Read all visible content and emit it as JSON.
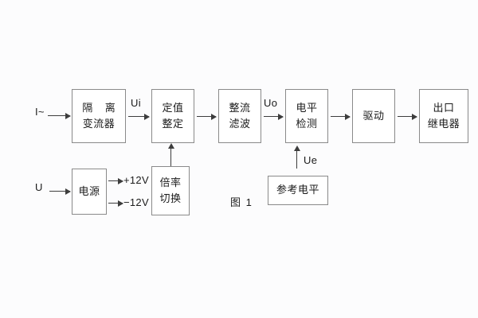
{
  "figure": {
    "caption": "图 1",
    "background_color": "#fcfcfd",
    "box_border_color": "#8a8a8a",
    "line_color": "#3d3d3d",
    "text_color": "#1b1b1b"
  },
  "blocks": [
    {
      "id": "isolating-transformer",
      "lines": [
        "隔 离",
        "变流器"
      ]
    },
    {
      "id": "setting-value",
      "lines": [
        "定值",
        "整定"
      ]
    },
    {
      "id": "rectifier-filter",
      "lines": [
        "整流",
        "滤波"
      ]
    },
    {
      "id": "level-detection",
      "lines": [
        "电平",
        "检测"
      ]
    },
    {
      "id": "driver",
      "lines": [
        "驱动"
      ]
    },
    {
      "id": "output-relay",
      "lines": [
        "出口",
        "继电器"
      ]
    },
    {
      "id": "power-supply",
      "lines": [
        "电源"
      ]
    },
    {
      "id": "multiplier-switch",
      "lines": [
        "倍率",
        "切换"
      ]
    },
    {
      "id": "reference-level",
      "lines": [
        "参考电平"
      ]
    }
  ],
  "signals": {
    "current_input": "I~",
    "voltage_input": "U",
    "ui": "Ui",
    "uo": "Uo",
    "ue": "Ue",
    "supply_positive": "+12V",
    "supply_negative": "−12V"
  }
}
